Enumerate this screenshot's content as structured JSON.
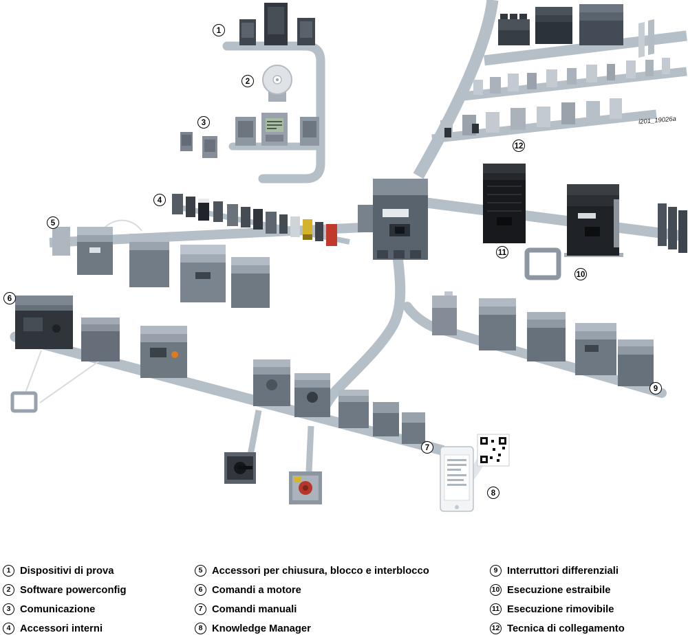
{
  "diagram": {
    "watermark": "i201_19026a",
    "callouts": [
      {
        "n": "1"
      },
      {
        "n": "2"
      },
      {
        "n": "3"
      },
      {
        "n": "4"
      },
      {
        "n": "5"
      },
      {
        "n": "6"
      },
      {
        "n": "7"
      },
      {
        "n": "8"
      },
      {
        "n": "9"
      },
      {
        "n": "10"
      },
      {
        "n": "11"
      },
      {
        "n": "12"
      }
    ]
  },
  "legend": {
    "columns": [
      {
        "items": [
          {
            "n": "1",
            "label": "Dispositivi di prova"
          },
          {
            "n": "2",
            "label": "Software powerconfig"
          },
          {
            "n": "3",
            "label": "Comunicazione"
          },
          {
            "n": "4",
            "label": "Accessori interni"
          }
        ]
      },
      {
        "items": [
          {
            "n": "5",
            "label": "Accessori per chiusura, blocco e interblocco"
          },
          {
            "n": "6",
            "label": "Comandi a motore"
          },
          {
            "n": "7",
            "label": "Comandi manuali"
          },
          {
            "n": "8",
            "label": "Knowledge Manager"
          }
        ]
      },
      {
        "items": [
          {
            "n": "9",
            "label": "Interruttori differenziali"
          },
          {
            "n": "10",
            "label": "Esecuzione estraibile"
          },
          {
            "n": "11",
            "label": "Esecuzione rimovibile"
          },
          {
            "n": "12",
            "label": "Tecnica di collegamento"
          }
        ]
      }
    ]
  }
}
